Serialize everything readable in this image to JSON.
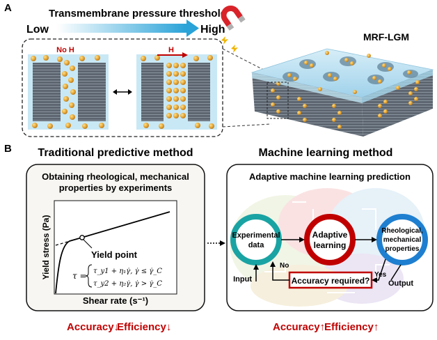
{
  "panel_a": {
    "label": "A",
    "threshold_title": "Transmembrane pressure threshold",
    "low": "Low",
    "high": "High",
    "no_h": "No H",
    "h": "H",
    "membrane_title": "MRF-LGM"
  },
  "panel_b": {
    "label": "B",
    "traditional": {
      "title": "Traditional predictive method",
      "subtitle_line1": "Obtaining rheological, mechanical",
      "subtitle_line2": "properties by experiments",
      "ylabel": "Yield stress (Pa)",
      "xlabel": "Shear rate (s⁻¹)",
      "yield_point": "Yield point",
      "tau": "τ =",
      "eq1": "τ_y1 + η₁γ̇,   γ̇ ≤ γ̇_C",
      "eq2": "τ_y2 + η₂γ̇,   γ̇ > γ̇_C",
      "footer_accuracy": "Accuracy↓",
      "footer_efficiency": "Efficiency↓"
    },
    "ml": {
      "title": "Machine learning method",
      "subtitle": "Adaptive machine learning prediction",
      "node1_line1": "Experimental",
      "node1_line2": "data",
      "node2_line1": "Adaptive",
      "node2_line2": "learning",
      "node3_line1": "Rheological,",
      "node3_line2": "mechanical",
      "node3_line3": "properties",
      "input": "Input",
      "output": "Output",
      "no": "No",
      "yes": "Yes",
      "accuracy_required": "Accuracy required?",
      "footer_accuracy": "Accuracy↑",
      "footer_efficiency": "Efficiency↑"
    }
  },
  "colors": {
    "red": "#c00000",
    "teal": "#1aa3a3",
    "blue": "#1e7fd0",
    "light_blue": "#bfe3f2",
    "particle": "#e0a030"
  }
}
